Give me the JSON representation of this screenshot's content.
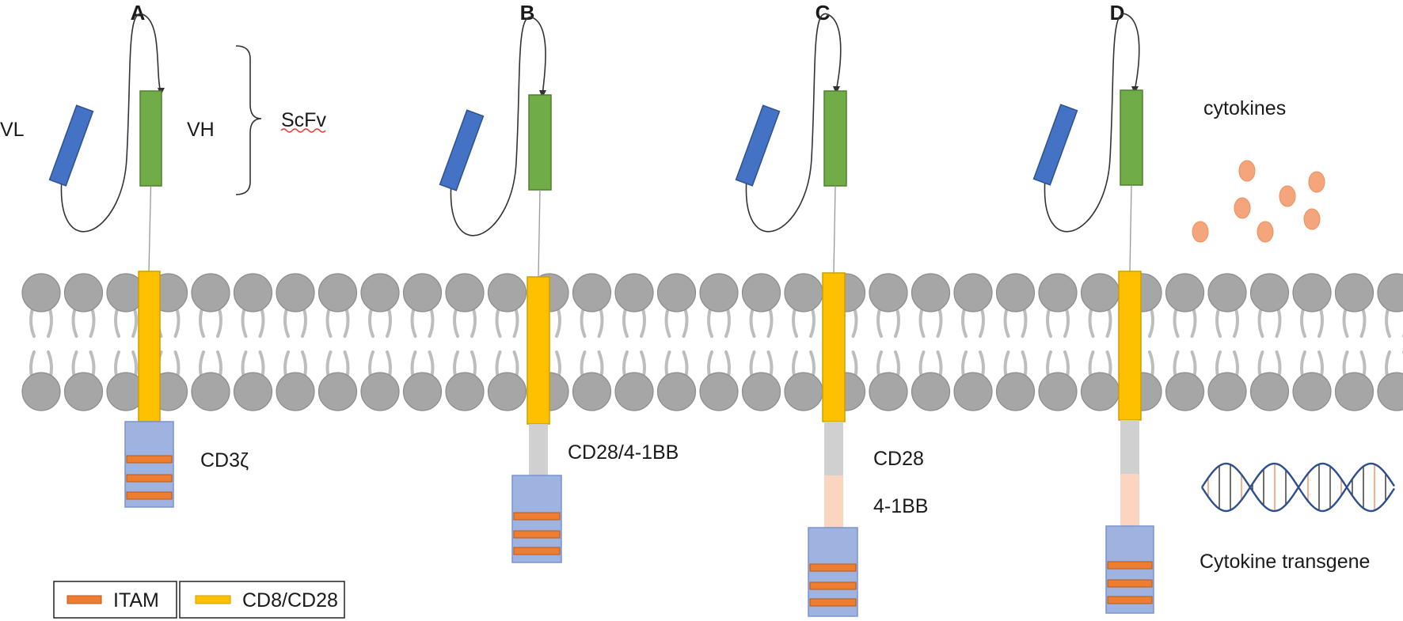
{
  "panels": [
    {
      "letter": "A",
      "signal_label": "CD3ζ"
    },
    {
      "letter": "B",
      "signal_label": "CD28/4-1BB"
    },
    {
      "letter": "C",
      "signal_label": "CD28",
      "signal_label_2": "4-1BB"
    },
    {
      "letter": "D",
      "extra_label_top": "cytokines",
      "extra_label_bottom": "Cytokine transgene"
    }
  ],
  "labels": {
    "vl": "VL",
    "vh": "VH",
    "scfv": "ScFv"
  },
  "legend": [
    {
      "label": "ITAM",
      "color": "#ED7D31"
    },
    {
      "label": "CD8/CD28",
      "color": "#FFC000"
    }
  ],
  "colors": {
    "vl_domain": "#4472C4",
    "vh_domain": "#70AD47",
    "transmembrane": "#FFC000",
    "itam": "#ED7D31",
    "cd3z_block": "#9FB3E0",
    "costim_cd28": "#D0D0D0",
    "costim_41bb": "#FBD5C0",
    "lipid_head": "#A6A6A6",
    "cytokine": "#F4A57C",
    "dna_strand": "#2F4E8C"
  },
  "icons": {
    "dna": "dna-helix-icon",
    "cytokine": "cytokine-particle-icon"
  }
}
